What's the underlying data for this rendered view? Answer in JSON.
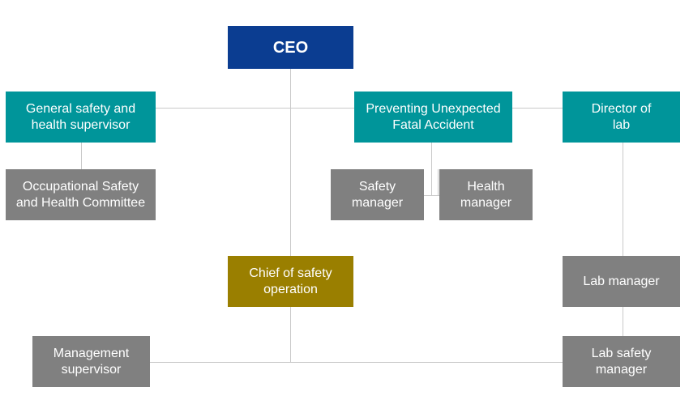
{
  "colors": {
    "ceo": "#0b3d91",
    "teal": "#00959a",
    "gray": "#808080",
    "olive": "#9a7f00",
    "connector": "#c9c9c9"
  },
  "nodes": {
    "ceo": "CEO",
    "general_safety_supervisor": "General safety and\nhealth supervisor",
    "preventing_fatal_accident": "Preventing Unexpected\nFatal Accident",
    "director_of_lab": "Director of\nlab",
    "osh_committee": "Occupational Safety\nand Health Committee",
    "safety_manager": "Safety\nmanager",
    "health_manager": "Health\nmanager",
    "chief_safety_operation": "Chief of safety\noperation",
    "lab_manager": "Lab manager",
    "management_supervisor": "Management\nsupervisor",
    "lab_safety_manager": "Lab safety\nmanager"
  }
}
